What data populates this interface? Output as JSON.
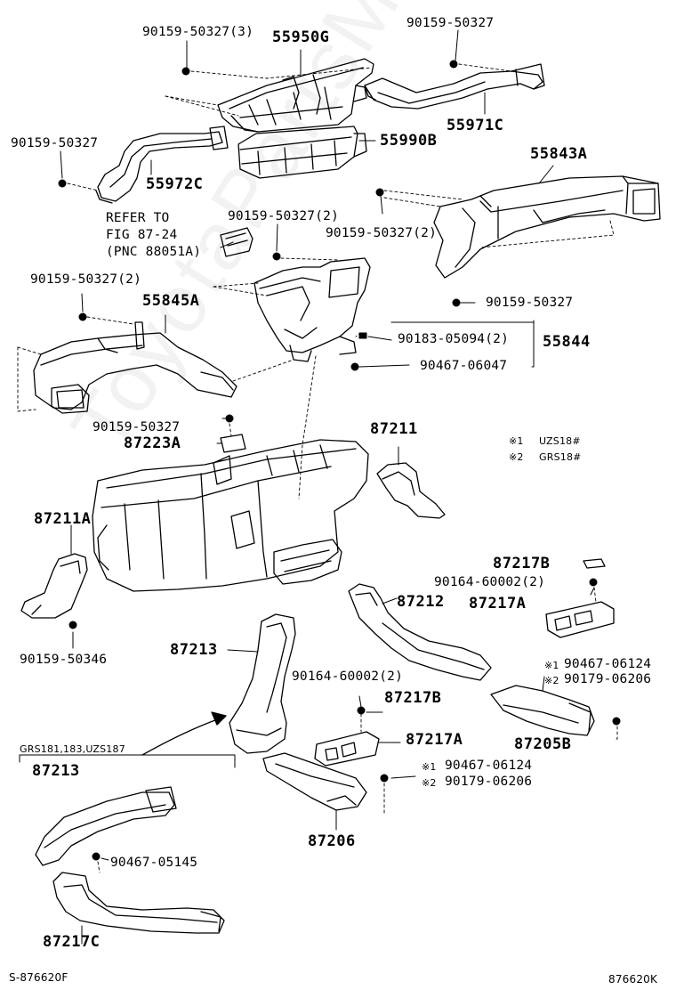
{
  "watermark": "ToyotaPartsMine.ru",
  "parts": {
    "p55950G": "55950G",
    "p55971C": "55971C",
    "p55990B": "55990B",
    "p55972C": "55972C",
    "p55843A": "55843A",
    "p55845A": "55845A",
    "p55844": "55844",
    "p87223A": "87223A",
    "p87211": "87211",
    "p87211A": "87211A",
    "p87217B_a": "87217B",
    "p87217A_a": "87217A",
    "p87212": "87212",
    "p87213": "87213",
    "p87217B_b": "87217B",
    "p87217A_b": "87217A",
    "p87205B": "87205B",
    "p87213_var": "87213",
    "p87206": "87206",
    "p87217C": "87217C"
  },
  "fasteners": {
    "f1": "90159-50327(3)",
    "f2": "90159-50327",
    "f3": "90159-50327",
    "f4": "90159-50327(2)",
    "f5": "90159-50327(2)",
    "f6": "90159-50327(2)",
    "f7": "90159-50327",
    "f8": "90183-05094(2)",
    "f9": "90467-06047",
    "f10": "90159-50327",
    "f11": "90164-60002(2)",
    "f12": "90467-06124",
    "f13": "90179-06206",
    "f14": "90164-60002(2)",
    "f15": "90467-06124",
    "f16": "90179-06206",
    "f17": "90159-50346",
    "f18": "90467-05145"
  },
  "refer": {
    "line1": "REFER TO",
    "line2": "FIG 87-24",
    "line3": "(PNC 88051A)"
  },
  "notes": {
    "n1_mark": "※1",
    "n1_text": "UZS18#",
    "n2_mark": "※2",
    "n2_text": "GRS18#"
  },
  "marks": {
    "m1": "※1",
    "m2": "※2",
    "m3": "※1",
    "m4": "※2"
  },
  "variant_label": "GRS181,183,UZS187",
  "footer": {
    "left": "S-876620F",
    "right": "876620K"
  }
}
